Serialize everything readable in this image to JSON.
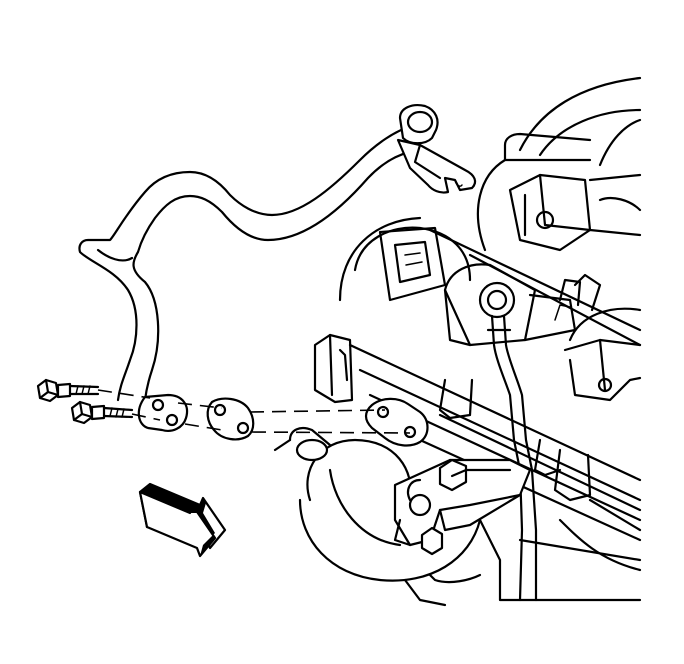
{
  "diagram": {
    "colors": {
      "line": "#000000",
      "background": "#ffffff"
    },
    "parts": [
      {
        "name": "heater-hose-pipe",
        "icon": "pipe-outline"
      },
      {
        "name": "pipe-mounting-bracket",
        "icon": "bracket-outline"
      },
      {
        "name": "bolt-upper",
        "icon": "bolt-outline"
      },
      {
        "name": "bolt-lower",
        "icon": "bolt-outline"
      },
      {
        "name": "ground-strap-eyelet",
        "icon": "ring-terminal-outline"
      },
      {
        "name": "ignition-coil-assembly",
        "icon": "engine-outline"
      },
      {
        "name": "direction-arrow",
        "icon": "view-arrow"
      }
    ]
  }
}
